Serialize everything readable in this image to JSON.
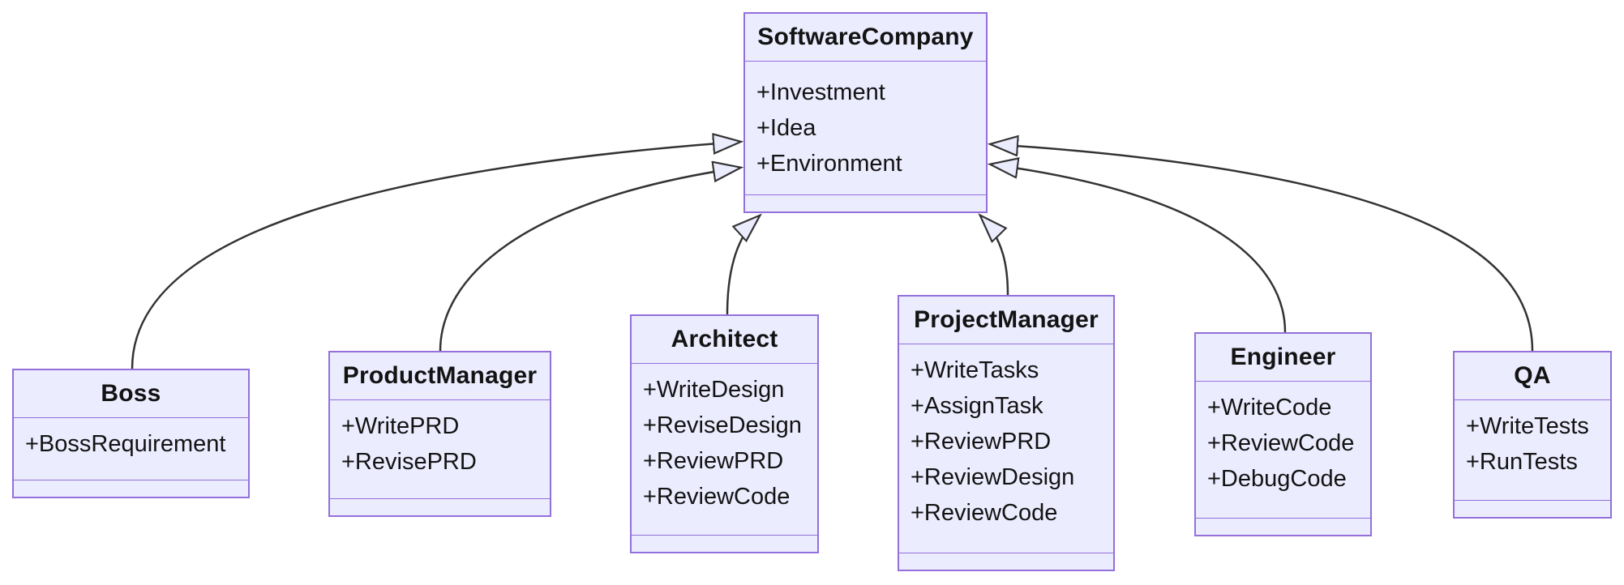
{
  "diagram": {
    "kind": "uml-class-diagram",
    "colors": {
      "node_fill": "#ECECFF",
      "node_border": "#9370DB",
      "edge_line": "#333333",
      "text": "#131313",
      "background": "#ffffff"
    },
    "classes": [
      {
        "name": "SoftwareCompany",
        "members": [
          "+Investment",
          "+Idea",
          "+Environment"
        ]
      },
      {
        "name": "Boss",
        "members": [
          "+BossRequirement"
        ]
      },
      {
        "name": "ProductManager",
        "members": [
          "+WritePRD",
          "+RevisePRD"
        ]
      },
      {
        "name": "Architect",
        "members": [
          "+WriteDesign",
          "+ReviseDesign",
          "+ReviewPRD",
          "+ReviewCode"
        ]
      },
      {
        "name": "ProjectManager",
        "members": [
          "+WriteTasks",
          "+AssignTask",
          "+ReviewPRD",
          "+ReviewDesign",
          "+ReviewCode"
        ]
      },
      {
        "name": "Engineer",
        "members": [
          "+WriteCode",
          "+ReviewCode",
          "+DebugCode"
        ]
      },
      {
        "name": "QA",
        "members": [
          "+WriteTests",
          "+RunTests"
        ]
      }
    ],
    "relationships": [
      {
        "from": "Boss",
        "to": "SoftwareCompany",
        "type": "inheritance"
      },
      {
        "from": "ProductManager",
        "to": "SoftwareCompany",
        "type": "inheritance"
      },
      {
        "from": "Architect",
        "to": "SoftwareCompany",
        "type": "inheritance"
      },
      {
        "from": "ProjectManager",
        "to": "SoftwareCompany",
        "type": "inheritance"
      },
      {
        "from": "Engineer",
        "to": "SoftwareCompany",
        "type": "inheritance"
      },
      {
        "from": "QA",
        "to": "SoftwareCompany",
        "type": "inheritance"
      }
    ]
  }
}
